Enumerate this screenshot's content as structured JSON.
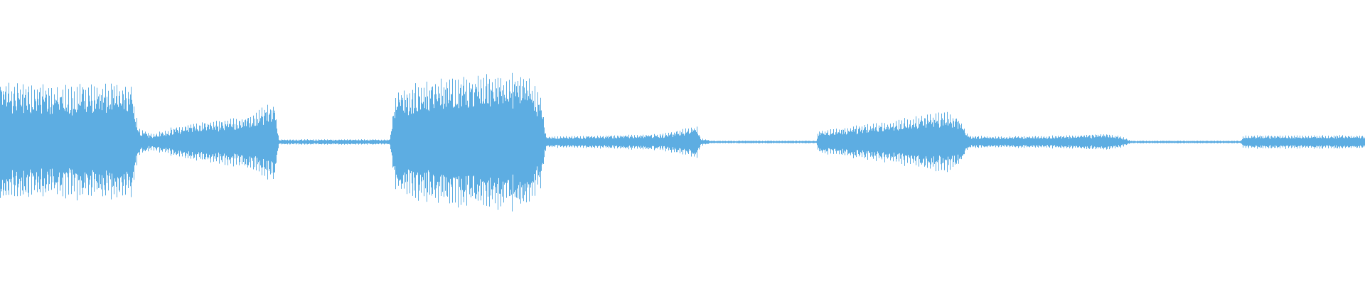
{
  "waveform": {
    "color": "#5DADE2",
    "background": "#FFFFFF",
    "amplitude_envelope": [
      [
        0,
        0.44
      ],
      [
        30,
        0.44
      ],
      [
        80,
        0.4
      ],
      [
        110,
        0.43
      ],
      [
        150,
        0.42
      ],
      [
        185,
        0.4
      ],
      [
        195,
        0.1
      ],
      [
        215,
        0.06
      ],
      [
        250,
        0.12
      ],
      [
        300,
        0.16
      ],
      [
        350,
        0.2
      ],
      [
        385,
        0.3
      ],
      [
        392,
        0.02
      ],
      [
        450,
        0.02
      ],
      [
        548,
        0.02
      ],
      [
        555,
        0.38
      ],
      [
        600,
        0.45
      ],
      [
        650,
        0.48
      ],
      [
        700,
        0.5
      ],
      [
        740,
        0.5
      ],
      [
        760,
        0.36
      ],
      [
        768,
        0.04
      ],
      [
        850,
        0.05
      ],
      [
        930,
        0.06
      ],
      [
        980,
        0.12
      ],
      [
        985,
        0.03
      ],
      [
        1000,
        0.01
      ],
      [
        1148,
        0.01
      ],
      [
        1150,
        0.08
      ],
      [
        1200,
        0.12
      ],
      [
        1260,
        0.16
      ],
      [
        1300,
        0.2
      ],
      [
        1330,
        0.23
      ],
      [
        1350,
        0.18
      ],
      [
        1362,
        0.05
      ],
      [
        1400,
        0.04
      ],
      [
        1500,
        0.05
      ],
      [
        1560,
        0.06
      ],
      [
        1578,
        0.04
      ],
      [
        1590,
        0.01
      ],
      [
        1745,
        0.01
      ],
      [
        1748,
        0.05
      ],
      [
        1800,
        0.05
      ],
      [
        1860,
        0.05
      ],
      [
        1920,
        0.05
      ]
    ],
    "y_range": [
      -1,
      1
    ]
  }
}
